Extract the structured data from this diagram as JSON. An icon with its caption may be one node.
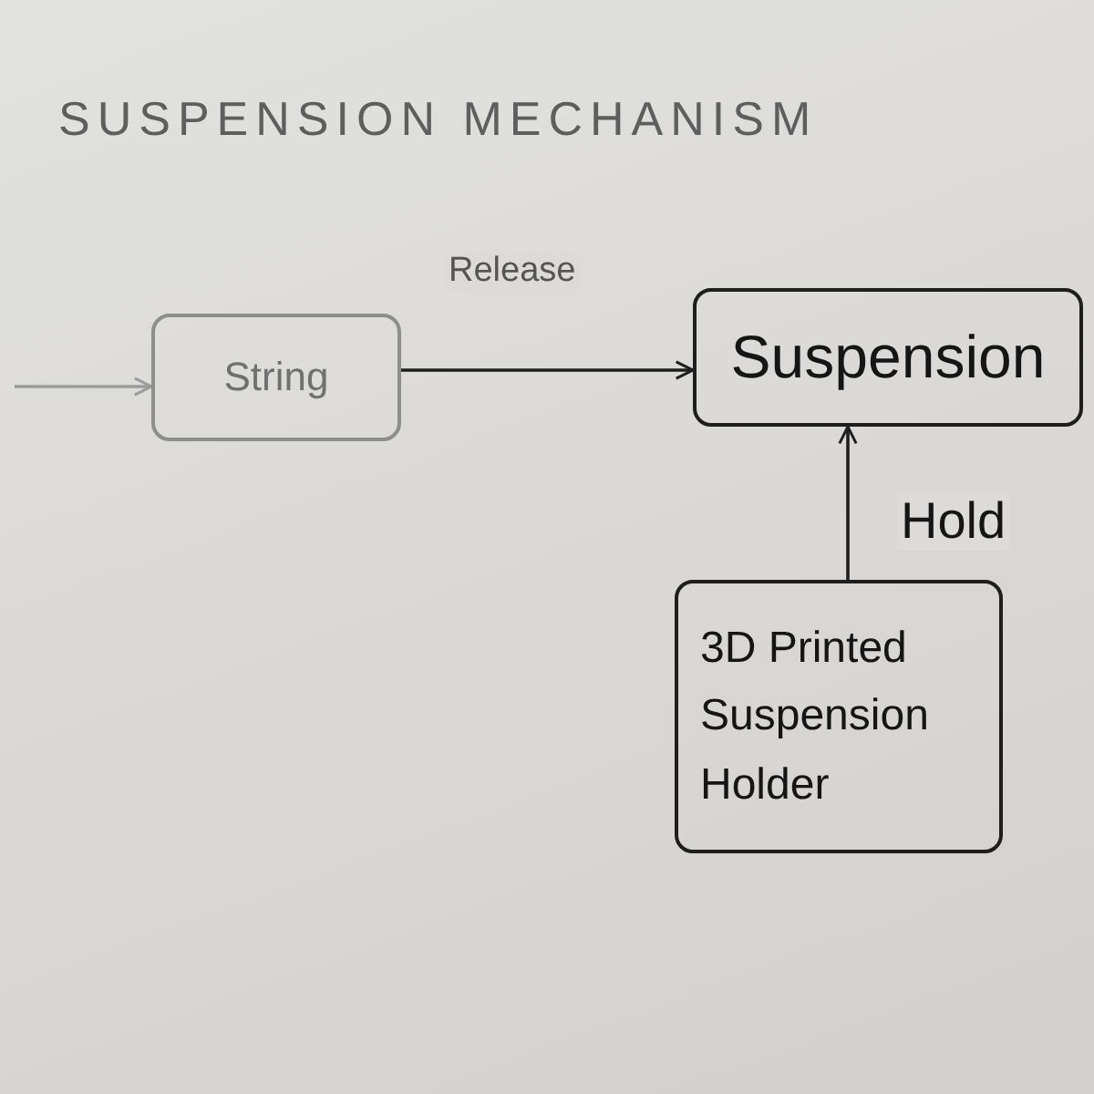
{
  "diagram": {
    "title": "SUSPENSION MECHANISM",
    "nodes": [
      {
        "text": [
          "String"
        ]
      },
      {
        "text": [
          "Suspension"
        ]
      },
      {
        "text": [
          "3D Printed Suspension Holder"
        ]
      }
    ],
    "edges": [
      {
        "from": null,
        "to": 0,
        "arrow": "to",
        "color": "#9c9c9c"
      },
      {
        "from": 0,
        "to": 1,
        "arrow": "to",
        "label": "Release"
      },
      {
        "from": 2,
        "to": 1,
        "arrow": "to",
        "label": "Hold"
      }
    ]
  }
}
